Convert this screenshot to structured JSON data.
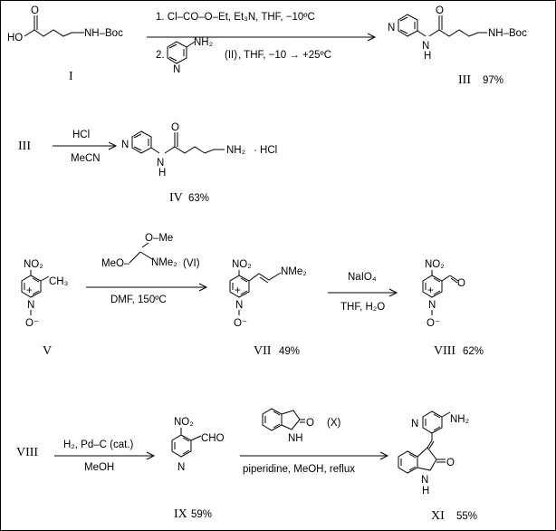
{
  "reactions": [
    {
      "start_label": "I",
      "reagent_top": "1. Cl–CO–O–Et, Et₃N, THF, −10ºC",
      "reagent_bottom_num": "2.",
      "reagent_bottom_label": "(II)",
      "reagent_bottom_text": ", THF, −10 → +25ºC",
      "product_label": "III",
      "product_yield": "97%"
    },
    {
      "start_label": "III",
      "reagent_top": "HCl",
      "reagent_bottom": "MeCN",
      "product_label": "IV",
      "product_yield": "63%"
    },
    {
      "start_label": "V",
      "reagent_top_label": "(VI)",
      "reagent_bottom": "DMF,  150ºC",
      "product_label": "VII",
      "product_yield": "49%",
      "second_reagent_top": "NaIO₄",
      "second_reagent_bottom": "THF,  H₂O",
      "second_product_label": "VIII",
      "second_product_yield": "62%"
    },
    {
      "start_label": "VIII",
      "reagent_top": "H₂, Pd–C (cat.)",
      "reagent_bottom": "MeOH",
      "product_label": "IX",
      "product_yield": "59%",
      "second_reagent_top_label": "(X)",
      "second_reagent_bottom": "piperidine,  MeOH, reflux",
      "second_product_label": "XI",
      "second_product_yield": "55%"
    }
  ],
  "atoms": {
    "ho": "HO",
    "o": "O",
    "nh_boc": "NH–Boc",
    "nh": "NH",
    "h": "H",
    "n": "N",
    "nh2": "NH₂",
    "hcl_salt": "· HCl",
    "no2": "NO₂",
    "ch3": "CH₃",
    "plus": "+",
    "o_minus": "O⁻",
    "nme2": "NMe₂",
    "ome": "O–Me",
    "meo": "MeO–",
    "cho": "CHO",
    "o_ald": "O"
  }
}
